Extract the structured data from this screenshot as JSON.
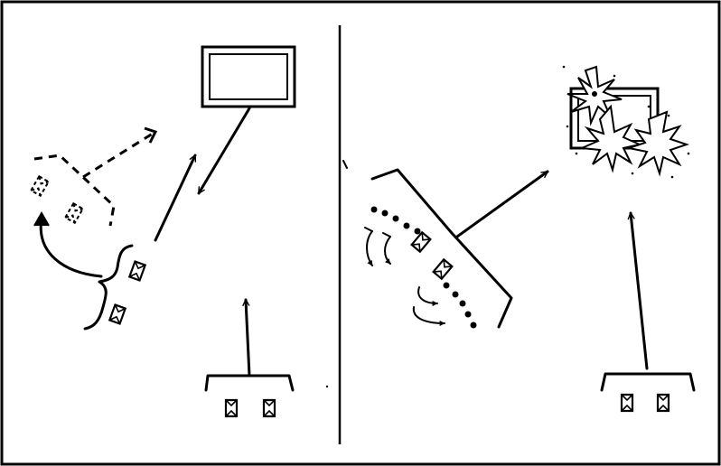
{
  "figure": {
    "panels": [
      {
        "id": "left",
        "description_key": "static-formation"
      },
      {
        "id": "right",
        "description_key": "attack-formation"
      }
    ],
    "colors": {
      "ink": "#000000",
      "paper": "#ffffff"
    },
    "icons": [
      "vehicle-icon",
      "target-box-icon",
      "explosion-icon",
      "arrow-icon",
      "bracket-icon"
    ]
  }
}
